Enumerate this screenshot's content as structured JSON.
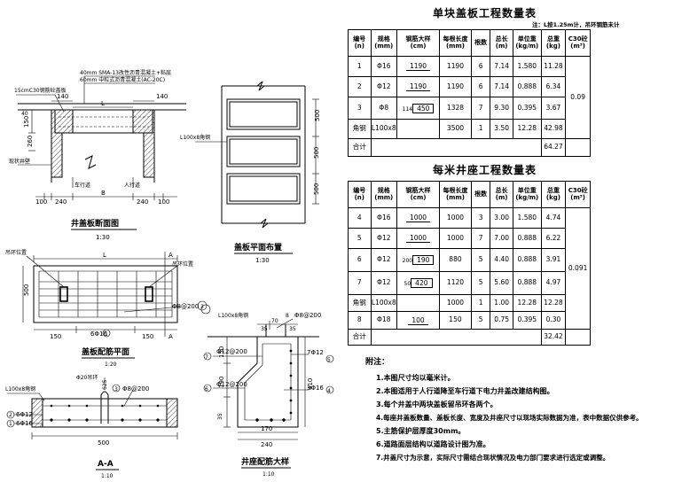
{
  "table1": {
    "title": "单块盖板工程数量表",
    "note": "注：L按1.25m计，吊环钢筋未计",
    "headers": [
      "编号\n(n)",
      "规格\n(mm)",
      "钢筋大样\n(cm)",
      "每根长度\n(mm)",
      "根数",
      "总长\n(m)",
      "单位重\n(kg/m)",
      "总重\n(kg)",
      "C30砼\n(m³)"
    ],
    "rows": [
      {
        "no": "1",
        "spec": "Φ16",
        "shape": "1190",
        "len": "1190",
        "count": "6",
        "total": "7.14",
        "unit": "1.580",
        "weight": "11.28"
      },
      {
        "no": "2",
        "spec": "Φ12",
        "shape": "1190",
        "len": "1190",
        "count": "6",
        "total": "7.14",
        "unit": "0.888",
        "weight": "6.34"
      },
      {
        "no": "3",
        "spec": "Φ8",
        "shape": "450",
        "shape2": "114",
        "len": "1328",
        "count": "7",
        "total": "9.30",
        "unit": "0.395",
        "weight": "3.67"
      },
      {
        "no": "角钢",
        "spec": "L100x8",
        "shape": "",
        "len": "3500",
        "count": "1",
        "total": "3.50",
        "unit": "12.28",
        "weight": "42.98"
      }
    ],
    "concrete": "0.09",
    "sum_label": "合计",
    "sum": "64.27"
  },
  "table2": {
    "title": "每米井座工程数量表",
    "headers": [
      "编号\n(n)",
      "规格\n(mm)",
      "钢筋大样\n(cm)",
      "每根长度\n(mm)",
      "根数",
      "总长\n(m)",
      "单位重\n(kg/m)",
      "总重\n(kg)",
      "C30砼\n(m³)"
    ],
    "rows": [
      {
        "no": "4",
        "spec": "Φ16",
        "shape": "1000",
        "len": "1000",
        "count": "3",
        "total": "3.00",
        "unit": "1.580",
        "weight": "4.74"
      },
      {
        "no": "5",
        "spec": "Φ12",
        "shape": "1000",
        "len": "1000",
        "count": "7",
        "total": "7.00",
        "unit": "0.888",
        "weight": "6.22"
      },
      {
        "no": "6",
        "spec": "Φ12",
        "shape": "190",
        "shape2": "200",
        "len": "880",
        "count": "5",
        "total": "4.40",
        "unit": "0.888",
        "weight": "3.91"
      },
      {
        "no": "7",
        "spec": "Φ12",
        "shape": "420",
        "shape2": "50",
        "len": "1120",
        "count": "5",
        "total": "5.60",
        "unit": "0.888",
        "weight": "4.97"
      },
      {
        "no": "角钢",
        "spec": "L100x8",
        "shape": "",
        "len": "1000",
        "count": "1",
        "total": "1.00",
        "unit": "12.28",
        "weight": "12.28"
      },
      {
        "no": "8",
        "spec": "Φ18",
        "shape": "100",
        "len": "150",
        "count": "5",
        "total": "0.75",
        "unit": "0.395",
        "weight": "0.30"
      }
    ],
    "concrete": "0.091",
    "sum_label": "合计",
    "sum": "32.42"
  },
  "notes": {
    "heading": "附注：",
    "items": [
      "1.本图尺寸均以毫米计。",
      "2.本图适用于人行道降至车行道下电力井盖改建结构图。",
      "3.每个井盖中两块盖板留吊环各两个。",
      "4.每座井盖板数量、盖板长度、宽度及井座尺寸以现场实际数据为准，表中数据仅供参考。",
      "5.主筋保护层厚度30mm。",
      "6.道路面层结构以道路设计图为准。",
      "7.井盖尺寸为示意，实际尺寸需结合现状情况及电力部门要求进行选定或调整。"
    ]
  },
  "section": {
    "title": "井盖板断面图",
    "scale": "1:30",
    "label_layer1": "40mm SMA-13改性沥青混凝土+粘层",
    "label_layer2": "60mm 中粒式沥青混凝土(AC-20C)",
    "label_slab": "15cmC30钢筋砼盖板",
    "label_well": "现状井壁",
    "label_road": "车行道",
    "label_walk": "人行道",
    "dim_140a": "140",
    "dim_140b": "140",
    "dim_L": "L",
    "dim_B": "B",
    "dim_100a": "100",
    "dim_240a": "240",
    "dim_240b": "240",
    "dim_100b": "100",
    "dim_150": "150",
    "dim_260": "260",
    "dim_40": "40"
  },
  "plan": {
    "title": "盖板平面布置",
    "scale": "1:30",
    "label_angle": "L100x8角钢",
    "dim_500a": "500",
    "dim_500b": "500",
    "dim_500c": "500"
  },
  "rebar_plan": {
    "title": "盖板配筋平面",
    "scale": "1:20",
    "label_hook_l": "吊环位置",
    "label_hook_r": "吊环位置",
    "dim_L": "L",
    "dim_500": "500",
    "dim_150a": "150",
    "dim_150b": "150",
    "label_bar1": "6Φ16",
    "label_bar1_no": "1",
    "label_bar3": "Φ8@200",
    "label_bar3_no": "3",
    "section_mark": "A"
  },
  "aa": {
    "title": "A-A",
    "scale": "1:10",
    "label_angle": "L100x8角钢",
    "label_hook": "Φ20吊环",
    "label_bar3": "Φ8@200",
    "label_bar3_no": "3",
    "label_bar2": "6Φ12",
    "label_bar2_no": "2",
    "label_bar1": "6Φ16",
    "label_bar1_no": "1",
    "dim_625": "625",
    "dim_500": "500"
  },
  "seat": {
    "title": "井座配筋大样",
    "scale": "1:10",
    "label_angle": "L100x8角钢",
    "label_bar8": "Φ8@200",
    "label_bar8_no": "8",
    "label_bar5": "7Φ12",
    "label_bar5_no": "5",
    "label_bar7": "Φ12@200",
    "label_bar7_no": "7",
    "label_bar6": "Φ12@200",
    "label_bar6_no": "6",
    "label_bar4": "3Φ16",
    "label_bar4_no": "4",
    "dim_35a": "35",
    "dim_70": "70",
    "dim_35b": "35",
    "dim_150": "150",
    "dim_190": "190",
    "dim_35c": "35",
    "dim_410": "410",
    "dim_170": "170",
    "dim_240": "240"
  }
}
